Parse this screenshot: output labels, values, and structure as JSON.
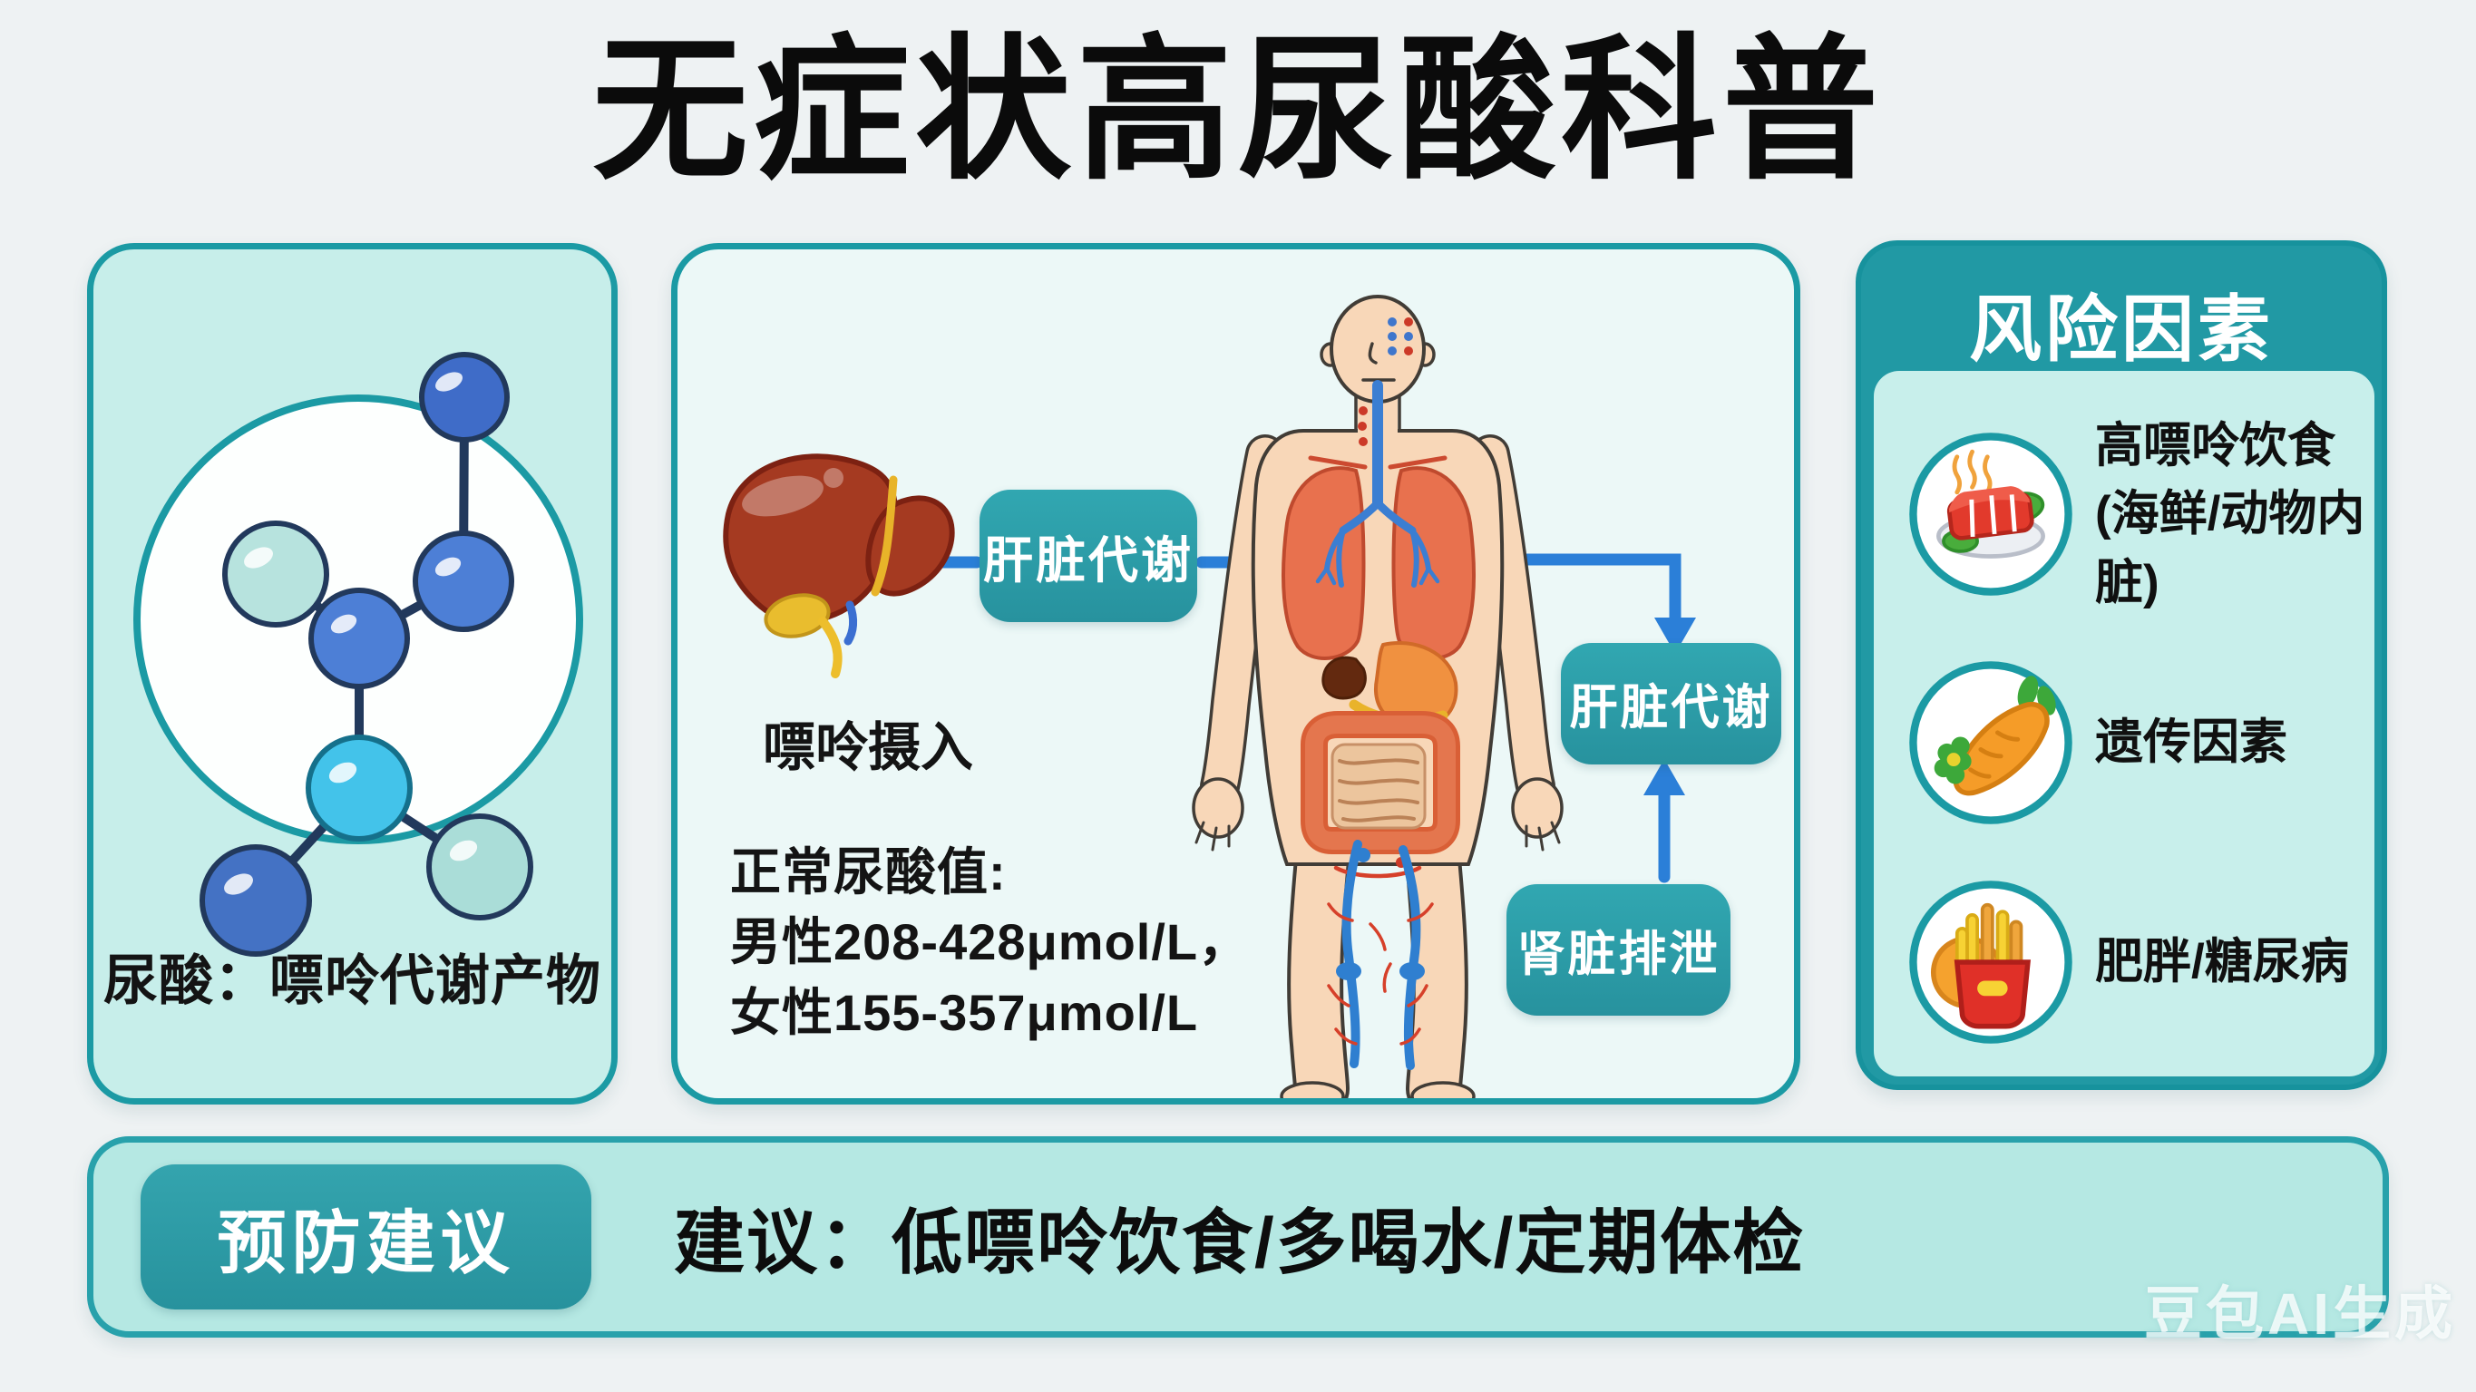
{
  "title": "无症状高尿酸科普",
  "left_panel": {
    "caption": "尿酸：嘌呤代谢产物"
  },
  "middle_panel": {
    "intake_label": "嘌呤摄入",
    "flow_boxes": [
      "肝脏代谢",
      "肝脏代谢",
      "肾脏排泄"
    ],
    "normal_values_lines": [
      "正常尿酸值:",
      "男性208-428μmol/L，",
      "女性155-357μmol/L"
    ]
  },
  "right_panel": {
    "header": "风险因素",
    "items": [
      {
        "line1": "高嘌呤饮食",
        "line2": "(海鲜/动物内脏)",
        "icon": "meat-plate-icon"
      },
      {
        "line1": "遗传因素",
        "line2": "",
        "icon": "carrot-icon"
      },
      {
        "line1": "肥胖/糖尿病",
        "line2": "",
        "icon": "fries-icon"
      }
    ]
  },
  "bottom_panel": {
    "badge": "预防建议",
    "advice": "建议：低嘌呤饮食/多喝水/定期体检"
  },
  "watermark": "豆包AI生成",
  "colors": {
    "teal_border": "#1b9aa4",
    "teal_box": "#2ba0ab",
    "panel_mint": "#c7eeea",
    "panel_white": "#ecf8f7",
    "bottom_mint": "#b5e8e3",
    "arrow_blue": "#2b7fd8",
    "text_black": "#111111"
  }
}
